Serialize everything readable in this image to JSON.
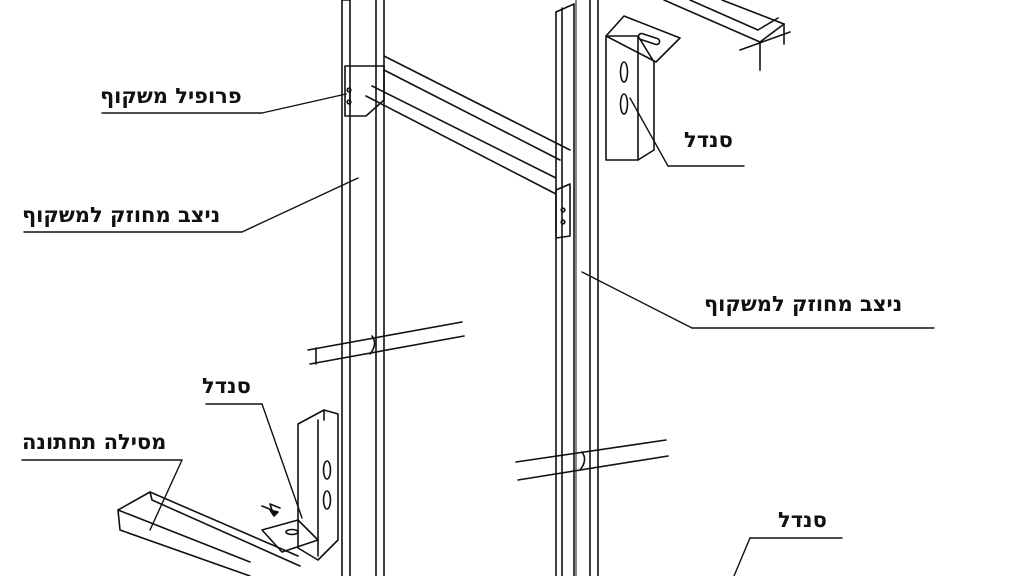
{
  "diagram": {
    "labels": {
      "ceiling_profile": "פרופיל משקוף",
      "stud_left": "ניצב מחוזק למשקוף",
      "sandal_top": "סנדל",
      "stud_right": "ניצב מחוזק למשקוף",
      "sandal_mid": "סנדל",
      "bottom_rail": "מסילה תחתונה",
      "sandal_bottom": "סנדל"
    },
    "colors": {
      "line": "#111111",
      "background": "#ffffff"
    }
  }
}
